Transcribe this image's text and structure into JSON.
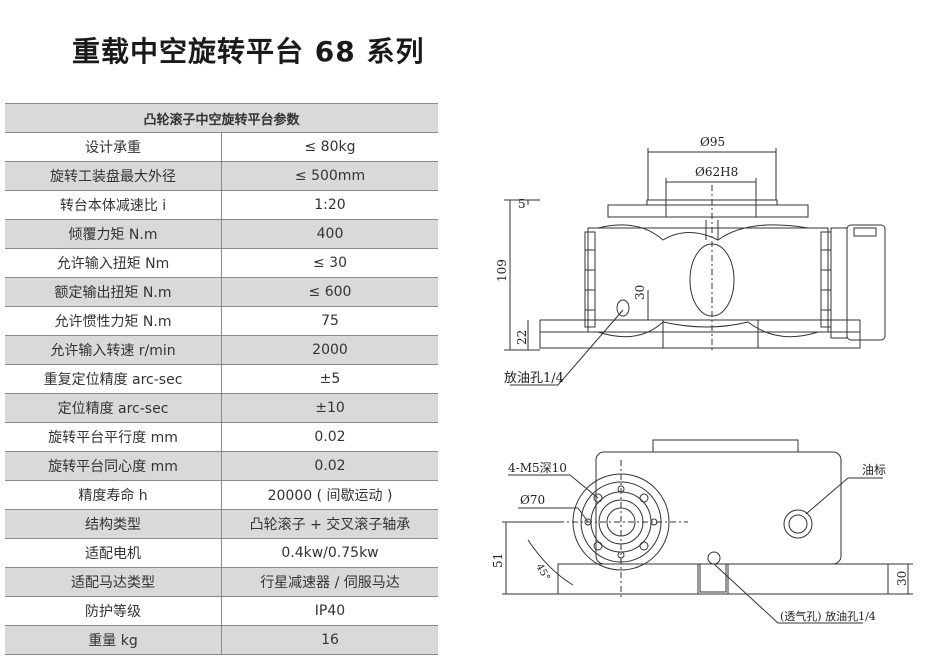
{
  "page": {
    "title": "重载中空旋转平台 68 系列"
  },
  "spec_table": {
    "header": "凸轮滚子中空旋转平台参数",
    "rows": [
      {
        "label": "设计承重",
        "value": "≤ 80kg"
      },
      {
        "label": "旋转工装盘最大外径",
        "value": "≤ 500mm"
      },
      {
        "label": "转台本体减速比 i",
        "value": "1:20"
      },
      {
        "label": "倾覆力矩 N.m",
        "value": "400"
      },
      {
        "label": "允许输入扭矩 Nm",
        "value": "≤ 30"
      },
      {
        "label": "额定输出扭矩 N.m",
        "value": "≤ 600"
      },
      {
        "label": "允许惯性力矩 N.m",
        "value": "75"
      },
      {
        "label": "允许输入转速 r/min",
        "value": "2000"
      },
      {
        "label": "重复定位精度 arc-sec",
        "value": "±5"
      },
      {
        "label": "定位精度 arc-sec",
        "value": "±10"
      },
      {
        "label": "旋转平台平行度 mm",
        "value": "0.02"
      },
      {
        "label": "旋转平台同心度 mm",
        "value": "0.02"
      },
      {
        "label": "精度寿命 h",
        "value": "20000 ( 间歇运动 )"
      },
      {
        "label": "结构类型",
        "value": "凸轮滚子 + 交叉滚子轴承"
      },
      {
        "label": "适配电机",
        "value": "0.4kw/0.75kw"
      },
      {
        "label": "适配马达类型",
        "value": "行星减速器 / 伺服马达"
      },
      {
        "label": "防护等级",
        "value": "IP40"
      },
      {
        "label": "重量 kg",
        "value": "16"
      }
    ]
  },
  "drawing": {
    "front": {
      "dim_outer": "Ø95",
      "dim_inner": "Ø62H8",
      "dim_top": "5",
      "dim_height": "109",
      "dim_base": "22",
      "dim_center": "30",
      "drain_label": "放油孔1/4"
    },
    "top": {
      "holes_label": "4-M5深10",
      "pcd_label": "Ø70",
      "angle_label": "45°",
      "dim_left": "51",
      "dim_right": "30",
      "oil_mark_label": "油标",
      "vent_label": "(透气孔) 放油孔1/4"
    }
  }
}
